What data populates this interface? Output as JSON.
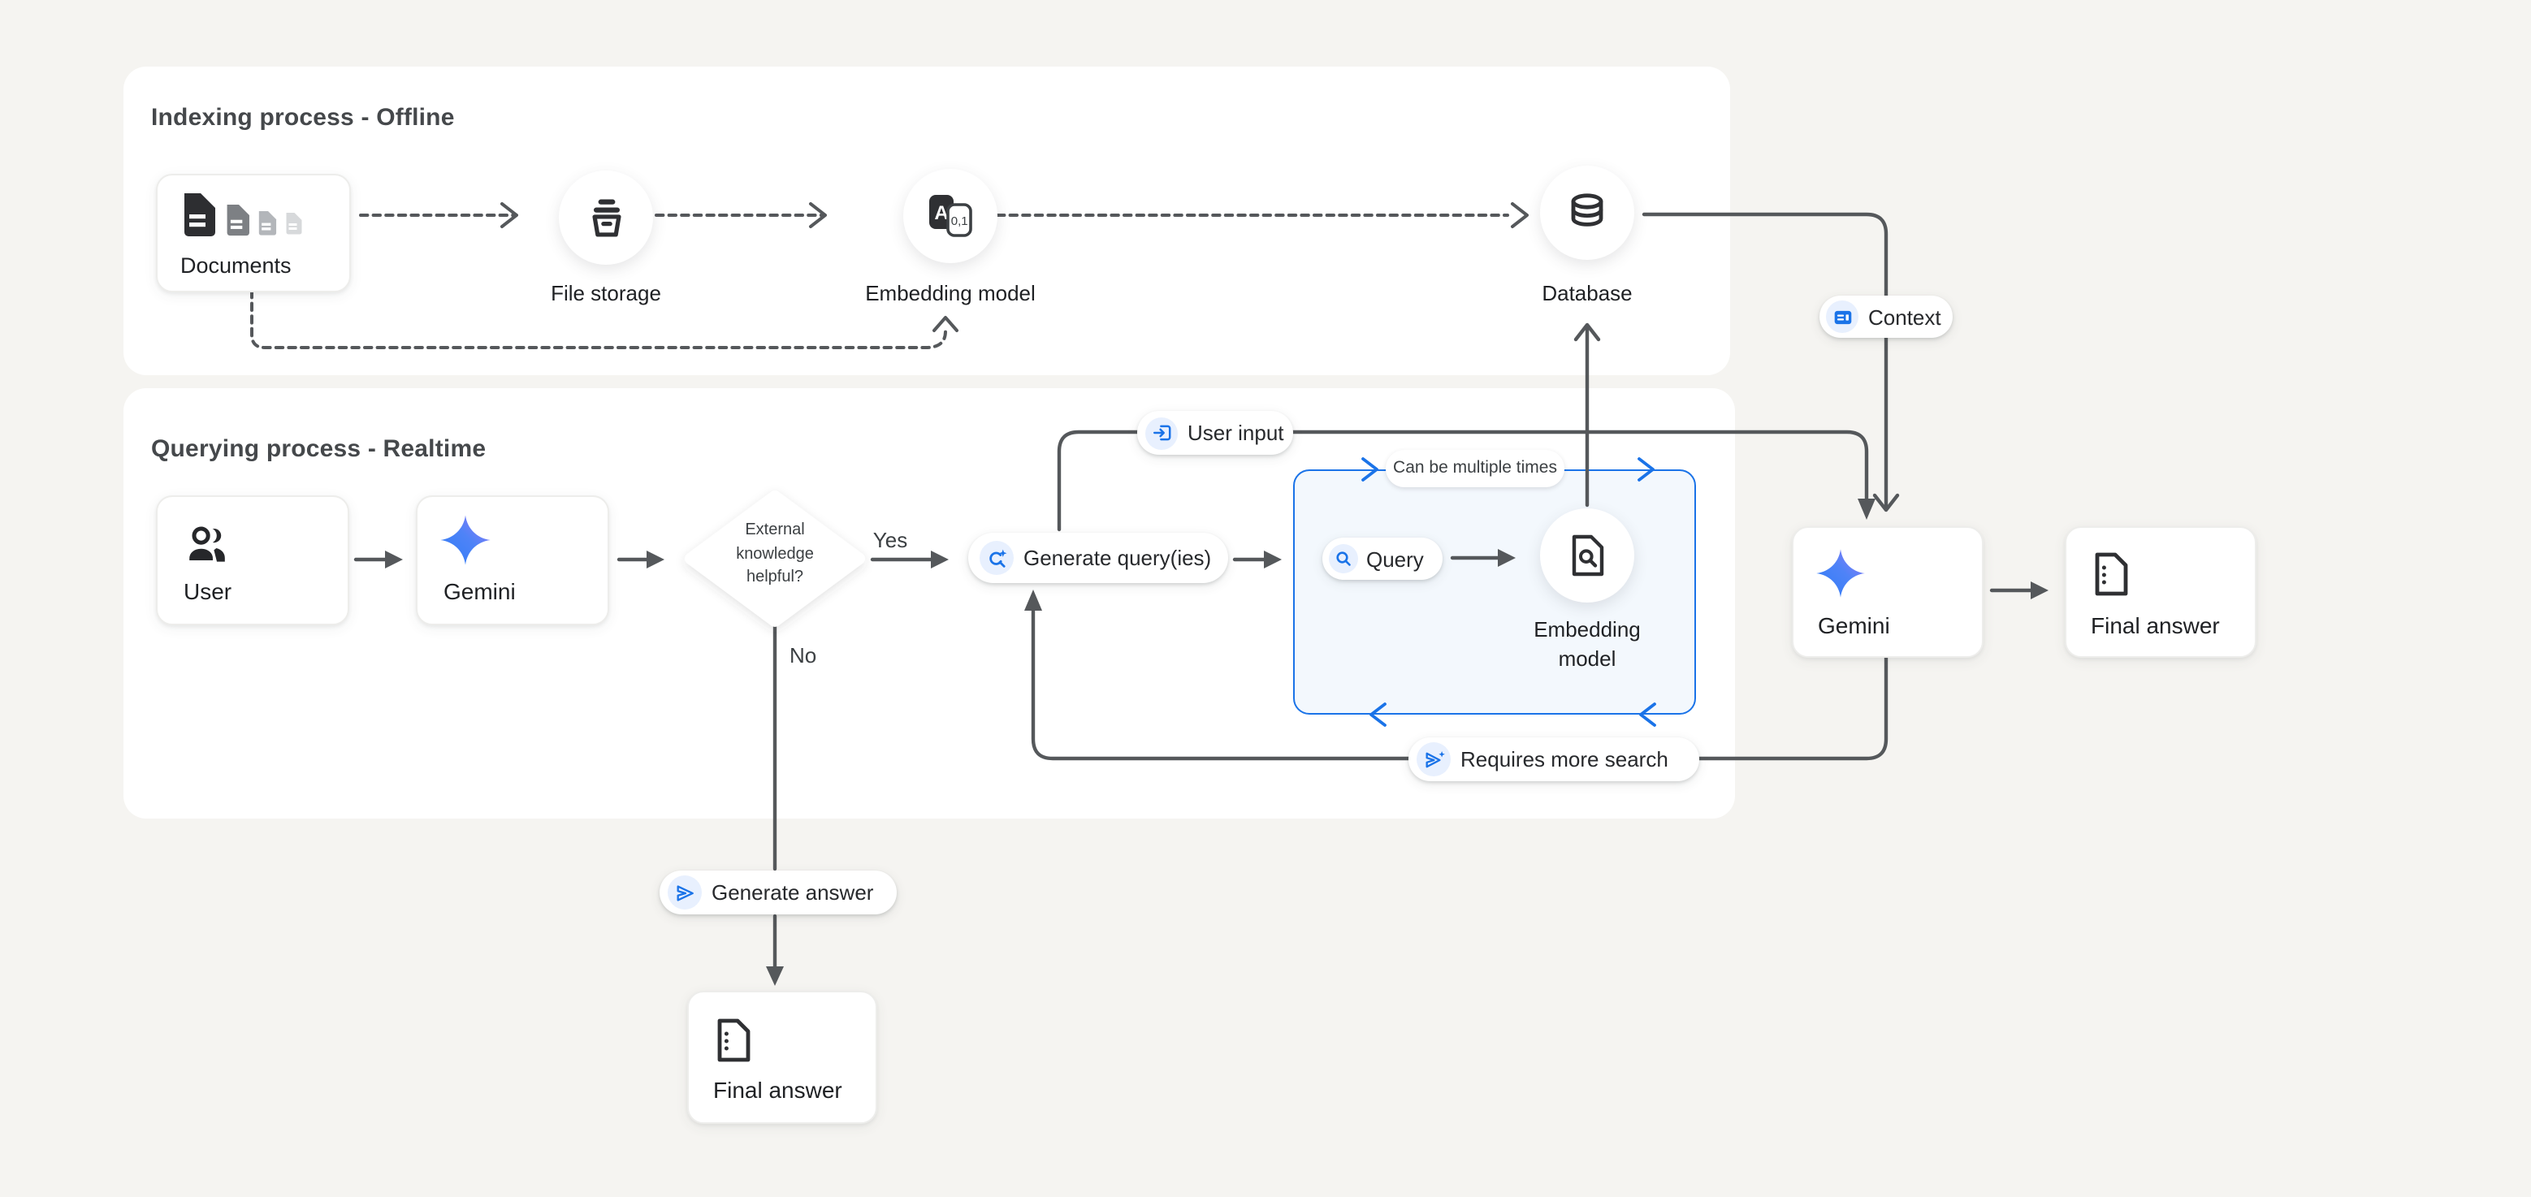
{
  "colors": {
    "background": "#f5f4f1",
    "panel": "#ffffff",
    "accent_blue": "#1a73e8",
    "accent_blue_bg": "#e8f0fe",
    "line": "#55585b",
    "loop_fill": "#f3f8fd",
    "text_dark": "#1f2124",
    "title_gray": "#45484b"
  },
  "indexing": {
    "title": "Indexing process - Offline",
    "documents": {
      "label": "Documents"
    },
    "file_storage": {
      "label": "File storage"
    },
    "embedding_model": {
      "label": "Embedding model"
    },
    "database": {
      "label": "Database"
    }
  },
  "badges": {
    "context": {
      "label": "Context",
      "icon": "article-icon"
    },
    "user_input": {
      "label": "User input",
      "icon": "input-icon"
    },
    "requires_more_search": {
      "label": "Requires more search",
      "icon": "send-spark-icon"
    },
    "generate_answer": {
      "label": "Generate answer",
      "icon": "send-icon"
    }
  },
  "querying": {
    "title": "Querying process - Realtime",
    "user": {
      "label": "User"
    },
    "gemini": {
      "label": "Gemini"
    },
    "decision": {
      "line1": "External",
      "line2": "knowledge",
      "line3": "helpful?"
    },
    "labels": {
      "yes": "Yes",
      "no": "No"
    },
    "generate_queries": {
      "label": "Generate query(ies)",
      "icon": "search-spark-icon"
    },
    "final_answer": {
      "label": "Final answer"
    }
  },
  "loop": {
    "badge": {
      "label": "Can be multiple times"
    },
    "query": {
      "label": "Query",
      "icon": "search-icon"
    },
    "embedding": {
      "line1": "Embedding",
      "line2": "model"
    }
  },
  "output": {
    "gemini": {
      "label": "Gemini"
    },
    "final_answer": {
      "label": "Final answer"
    }
  }
}
